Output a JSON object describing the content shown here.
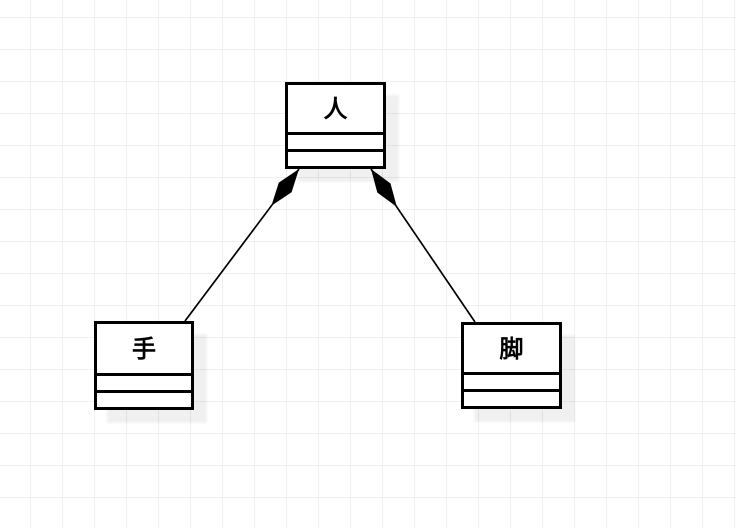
{
  "diagram": {
    "kind": "uml-class-diagram",
    "nodes": [
      {
        "id": "person",
        "label": "人",
        "attributes_compartment": "",
        "methods_compartment": ""
      },
      {
        "id": "hand",
        "label": "手",
        "attributes_compartment": "",
        "methods_compartment": ""
      },
      {
        "id": "foot",
        "label": "脚",
        "attributes_compartment": "",
        "methods_compartment": ""
      }
    ],
    "edges": [
      {
        "from": "person",
        "to": "hand",
        "relation": "composition",
        "diamond_at": "person"
      },
      {
        "from": "person",
        "to": "foot",
        "relation": "composition",
        "diamond_at": "person"
      }
    ],
    "colors": {
      "stroke": "#000000",
      "node_fill": "#ffffff",
      "grid_line": "#f0f0f3",
      "shadow": "rgba(0,0,0,0.058)",
      "background": "#ffffff"
    }
  }
}
